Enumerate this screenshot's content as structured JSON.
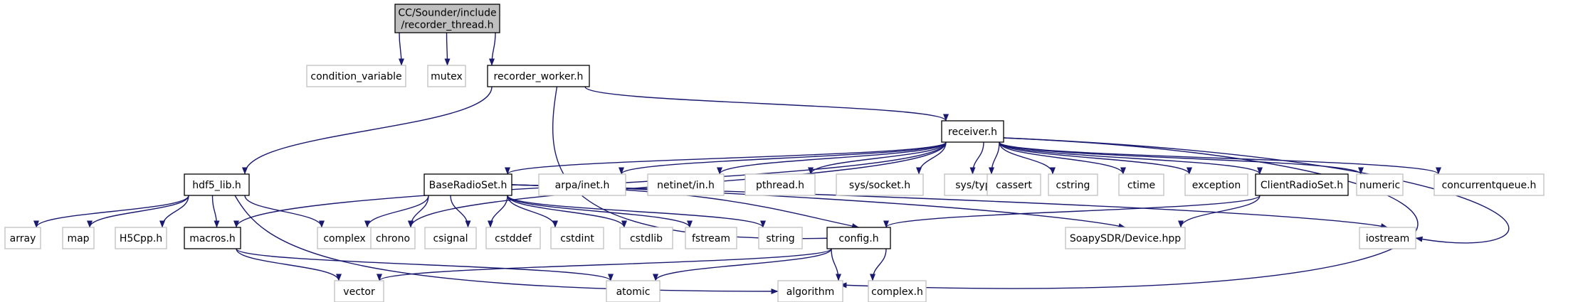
{
  "colors": {
    "edge": "#191970",
    "node_border": "#000000",
    "external_border": "#bfbfbf",
    "root_fill": "#bfbfbf",
    "node_fill": "#ffffff",
    "text": "#000000"
  },
  "nodes": {
    "root": {
      "lines": [
        "CC/Sounder/include",
        "/recorder_thread.h"
      ],
      "kind": "root"
    },
    "condvar": {
      "lines": [
        "condition_variable"
      ],
      "kind": "external"
    },
    "mutex": {
      "lines": [
        "mutex"
      ],
      "kind": "external"
    },
    "worker": {
      "lines": [
        "recorder_worker.h"
      ],
      "kind": "local"
    },
    "recv": {
      "lines": [
        "receiver.h"
      ],
      "kind": "local"
    },
    "hdf5": {
      "lines": [
        "hdf5_lib.h"
      ],
      "kind": "local"
    },
    "brs": {
      "lines": [
        "BaseRadioSet.h"
      ],
      "kind": "local"
    },
    "arpa": {
      "lines": [
        "arpa/inet.h"
      ],
      "kind": "external"
    },
    "netinet": {
      "lines": [
        "netinet/in.h"
      ],
      "kind": "external"
    },
    "pthread": {
      "lines": [
        "pthread.h"
      ],
      "kind": "external"
    },
    "syssock": {
      "lines": [
        "sys/socket.h"
      ],
      "kind": "external"
    },
    "systypes": {
      "lines": [
        "sys/types.h"
      ],
      "kind": "external"
    },
    "cassert": {
      "lines": [
        "cassert"
      ],
      "kind": "external"
    },
    "cstring": {
      "lines": [
        "cstring"
      ],
      "kind": "external"
    },
    "ctime": {
      "lines": [
        "ctime"
      ],
      "kind": "external"
    },
    "exception": {
      "lines": [
        "exception"
      ],
      "kind": "external"
    },
    "crs": {
      "lines": [
        "ClientRadioSet.h"
      ],
      "kind": "local"
    },
    "numeric": {
      "lines": [
        "numeric"
      ],
      "kind": "external"
    },
    "cq": {
      "lines": [
        "concurrentqueue.h"
      ],
      "kind": "external"
    },
    "array": {
      "lines": [
        "array"
      ],
      "kind": "external"
    },
    "map": {
      "lines": [
        "map"
      ],
      "kind": "external"
    },
    "h5cpp": {
      "lines": [
        "H5Cpp.h"
      ],
      "kind": "external"
    },
    "macros": {
      "lines": [
        "macros.h"
      ],
      "kind": "local"
    },
    "complex": {
      "lines": [
        "complex"
      ],
      "kind": "external"
    },
    "chrono": {
      "lines": [
        "chrono"
      ],
      "kind": "external"
    },
    "csignal": {
      "lines": [
        "csignal"
      ],
      "kind": "external"
    },
    "cstddef": {
      "lines": [
        "cstddef"
      ],
      "kind": "external"
    },
    "cstdint": {
      "lines": [
        "cstdint"
      ],
      "kind": "external"
    },
    "cstdlib": {
      "lines": [
        "cstdlib"
      ],
      "kind": "external"
    },
    "fstream": {
      "lines": [
        "fstream"
      ],
      "kind": "external"
    },
    "string": {
      "lines": [
        "string"
      ],
      "kind": "external"
    },
    "config": {
      "lines": [
        "config.h"
      ],
      "kind": "local"
    },
    "soapy": {
      "lines": [
        "SoapySDR/Device.hpp"
      ],
      "kind": "external"
    },
    "iostream": {
      "lines": [
        "iostream"
      ],
      "kind": "external"
    },
    "vector": {
      "lines": [
        "vector"
      ],
      "kind": "external"
    },
    "atomic": {
      "lines": [
        "atomic"
      ],
      "kind": "external"
    },
    "algorithm": {
      "lines": [
        "algorithm"
      ],
      "kind": "external"
    },
    "complexh": {
      "lines": [
        "complex.h"
      ],
      "kind": "external"
    }
  },
  "edges": [
    [
      "root",
      "condvar"
    ],
    [
      "root",
      "mutex"
    ],
    [
      "root",
      "worker"
    ],
    [
      "worker",
      "hdf5"
    ],
    [
      "worker",
      "recv"
    ],
    [
      "worker",
      "config"
    ],
    [
      "recv",
      "macros"
    ],
    [
      "recv",
      "chrono"
    ],
    [
      "recv",
      "brs"
    ],
    [
      "recv",
      "arpa"
    ],
    [
      "recv",
      "netinet"
    ],
    [
      "recv",
      "pthread"
    ],
    [
      "recv",
      "syssock"
    ],
    [
      "recv",
      "systypes"
    ],
    [
      "recv",
      "cassert"
    ],
    [
      "recv",
      "cstring"
    ],
    [
      "recv",
      "ctime"
    ],
    [
      "recv",
      "exception"
    ],
    [
      "recv",
      "crs"
    ],
    [
      "recv",
      "numeric"
    ],
    [
      "recv",
      "cq"
    ],
    [
      "recv",
      "iostream"
    ],
    [
      "recv",
      "algorithm"
    ],
    [
      "hdf5",
      "array"
    ],
    [
      "hdf5",
      "map"
    ],
    [
      "hdf5",
      "h5cpp"
    ],
    [
      "hdf5",
      "macros"
    ],
    [
      "hdf5",
      "complex"
    ],
    [
      "hdf5",
      "algorithm"
    ],
    [
      "brs",
      "complex"
    ],
    [
      "brs",
      "chrono"
    ],
    [
      "brs",
      "csignal"
    ],
    [
      "brs",
      "cstddef"
    ],
    [
      "brs",
      "cstdint"
    ],
    [
      "brs",
      "cstdlib"
    ],
    [
      "brs",
      "fstream"
    ],
    [
      "brs",
      "string"
    ],
    [
      "brs",
      "config"
    ],
    [
      "brs",
      "soapy"
    ],
    [
      "brs",
      "iostream"
    ],
    [
      "crs",
      "config"
    ],
    [
      "crs",
      "soapy"
    ],
    [
      "macros",
      "vector"
    ],
    [
      "macros",
      "atomic"
    ],
    [
      "config",
      "vector"
    ],
    [
      "config",
      "atomic"
    ],
    [
      "config",
      "algorithm"
    ],
    [
      "config",
      "complexh"
    ]
  ]
}
